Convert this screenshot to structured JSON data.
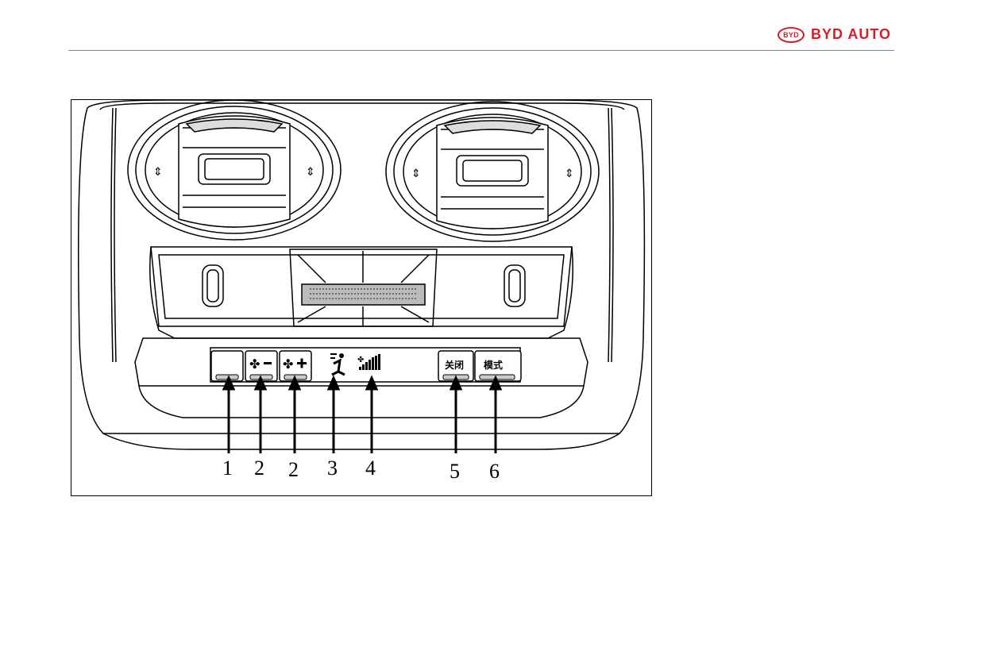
{
  "header": {
    "brand_badge": "BYD",
    "brand_name": "BYD AUTO",
    "brand_color": "#d01f2b"
  },
  "figure": {
    "buttons": {
      "off_label": "关闭",
      "mode_label": "模式"
    },
    "icons": [
      "fan-minus-icon",
      "fan-plus-icon",
      "airflow-mode-icon",
      "fan-speed-level-icon"
    ],
    "callouts": [
      "1",
      "2",
      "2",
      "3",
      "4",
      "5",
      "6"
    ]
  }
}
